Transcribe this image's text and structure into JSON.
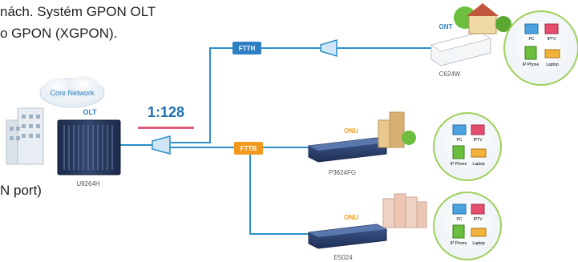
{
  "paragraph": {
    "line1": "nách. Systém GPON OLT",
    "line2": "o GPON (XGPON).",
    "line3": "N port)"
  },
  "diagram": {
    "core_network": "Core Network",
    "olt_label": "OLT",
    "olt_model": "U9264H",
    "split_ratio": "1:128",
    "ftth_tag": "FTTH",
    "fttb_tag": "FTTB",
    "ont_label": "ONT",
    "ont_model": "C624W",
    "onu1_label": "ONU",
    "onu1_model": "P3624FG",
    "onu2_label": "ONU",
    "onu2_model": "E5024",
    "device_pc": "PC",
    "device_iptv": "IPTV",
    "device_phone": "IP Phone",
    "device_laptop": "Laptop"
  },
  "colors": {
    "line_blue": "#2a8fc8",
    "tag_blue": "#2e7fc4",
    "tag_orange": "#f39a1e",
    "ratio_text": "#1f6fb2",
    "ratio_underline": "#e05a7a",
    "device_circle_border": "#9fcf5a"
  }
}
